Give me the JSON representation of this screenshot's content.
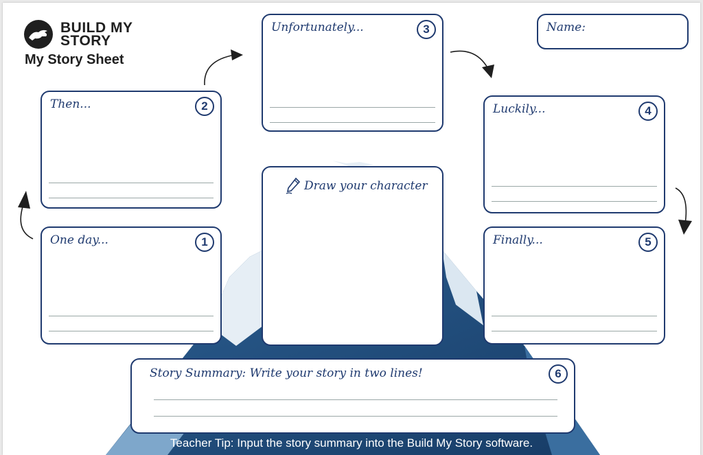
{
  "logo": {
    "line1": "BUILD MY",
    "line2": "STORY",
    "mark": "dinosaur-logo-icon"
  },
  "title": "My Story Sheet",
  "boxes": {
    "one_day": {
      "label": "One day...",
      "number": "1"
    },
    "then": {
      "label": "Then...",
      "number": "2"
    },
    "unfortunately": {
      "label": "Unfortunately...",
      "number": "3"
    },
    "luckily": {
      "label": "Luckily...",
      "number": "4"
    },
    "finally": {
      "label": "Finally...",
      "number": "5"
    },
    "summary": {
      "label": "Story Summary: Write your story in two lines!",
      "number": "6"
    },
    "character": {
      "label": "Draw your character",
      "icon": "pencil-icon"
    },
    "name": {
      "label": "Name:"
    }
  },
  "teacher_tip": "Teacher Tip: Input the story summary into the Build My Story software.",
  "colors": {
    "accent": "#1f3a6f",
    "mountain_dark": "#1e4a77",
    "mountain_light": "#9ebfd8",
    "lines": "#9aa7a6"
  }
}
